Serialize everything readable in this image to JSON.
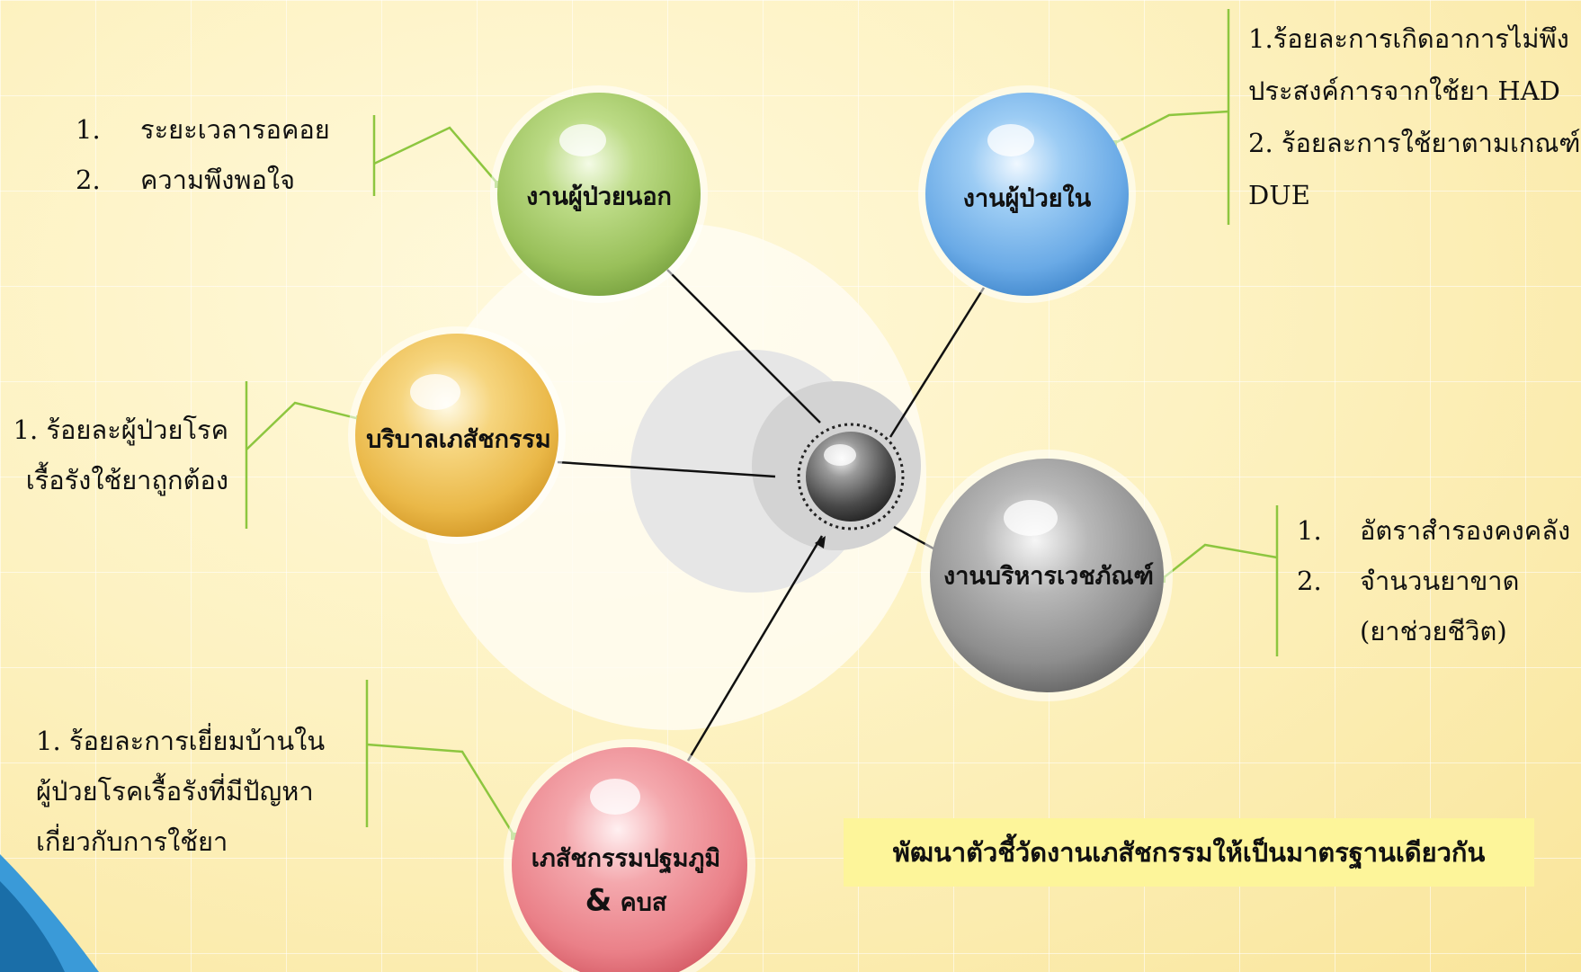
{
  "nodes": {
    "opd": {
      "label": "งานผู้ป่วยนอก",
      "color": "#a8cc6c"
    },
    "ipd": {
      "label": "งานผู้ป่วยใน",
      "color": "#7fb7e8"
    },
    "pharmaceutical_care": {
      "label": "บริบาลเภสัชกรรม",
      "color": "#f2c558"
    },
    "drug_management": {
      "label": "งานบริหารเวชภัณฑ์",
      "color": "#9a9a9a"
    },
    "primary_care": {
      "line1": "เภสัชกรรมปฐมภูมิ",
      "amp": "&",
      "line2": "คบส",
      "color": "#ef8e96"
    }
  },
  "indicators": {
    "opd": {
      "items": [
        {
          "num": "1.",
          "text": "ระยะเวลารอคอย"
        },
        {
          "num": "2.",
          "text": "ความพึงพอใจ"
        }
      ]
    },
    "ipd": {
      "lines": [
        "1.ร้อยละการเกิดอาการไม่พึง",
        "ประสงค์การจากใช้ยา HAD",
        "2. ร้อยละการใช้ยาตามเกณฑ์",
        "DUE"
      ]
    },
    "pharmaceutical_care": {
      "lines": [
        "1. ร้อยละผู้ป่วยโรค",
        "เรื้อรังใช้ยาถูกต้อง"
      ]
    },
    "drug_management": {
      "items": [
        {
          "num": "1.",
          "text": "อัตราสำรองคงคลัง"
        },
        {
          "num": "2.",
          "text": "จำนวนยาขาด"
        },
        {
          "num": "",
          "text": "(ยาช่วยชีวิต)"
        }
      ]
    },
    "primary_care": {
      "lines": [
        "1. ร้อยละการเยี่ยมบ้านใน",
        "ผู้ป่วยโรคเรื้อรังที่มีปัญหา",
        "เกี่ยวกับการใช้ยา"
      ]
    }
  },
  "banner": "พัฒนาตัวชี้วัดงานเภสัชกรรมให้เป็นมาตรฐานเดียวกัน"
}
